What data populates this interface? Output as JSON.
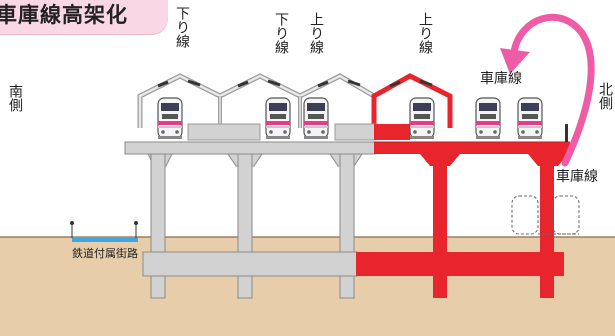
{
  "title": "車庫線高架化",
  "labels": {
    "south": "南側",
    "north": "北側",
    "track_down_1": "下り線",
    "track_down_2": "下り線",
    "track_up_1": "上り線",
    "track_up_2": "上り線",
    "depot_upper": "車庫線",
    "depot_lower": "車庫線",
    "road": "鉄道付属街路"
  },
  "colors": {
    "existing_structure": "#d2d2d2",
    "new_structure": "#e8242c",
    "ground": "#e7cdaa",
    "arrow": "#ee5ca5",
    "title_bg": "#f9d7e4",
    "road": "#3ea6e0"
  },
  "icons": [
    "train-icon",
    "curved-arrow-icon",
    "dashed-train-outline-icon"
  ]
}
